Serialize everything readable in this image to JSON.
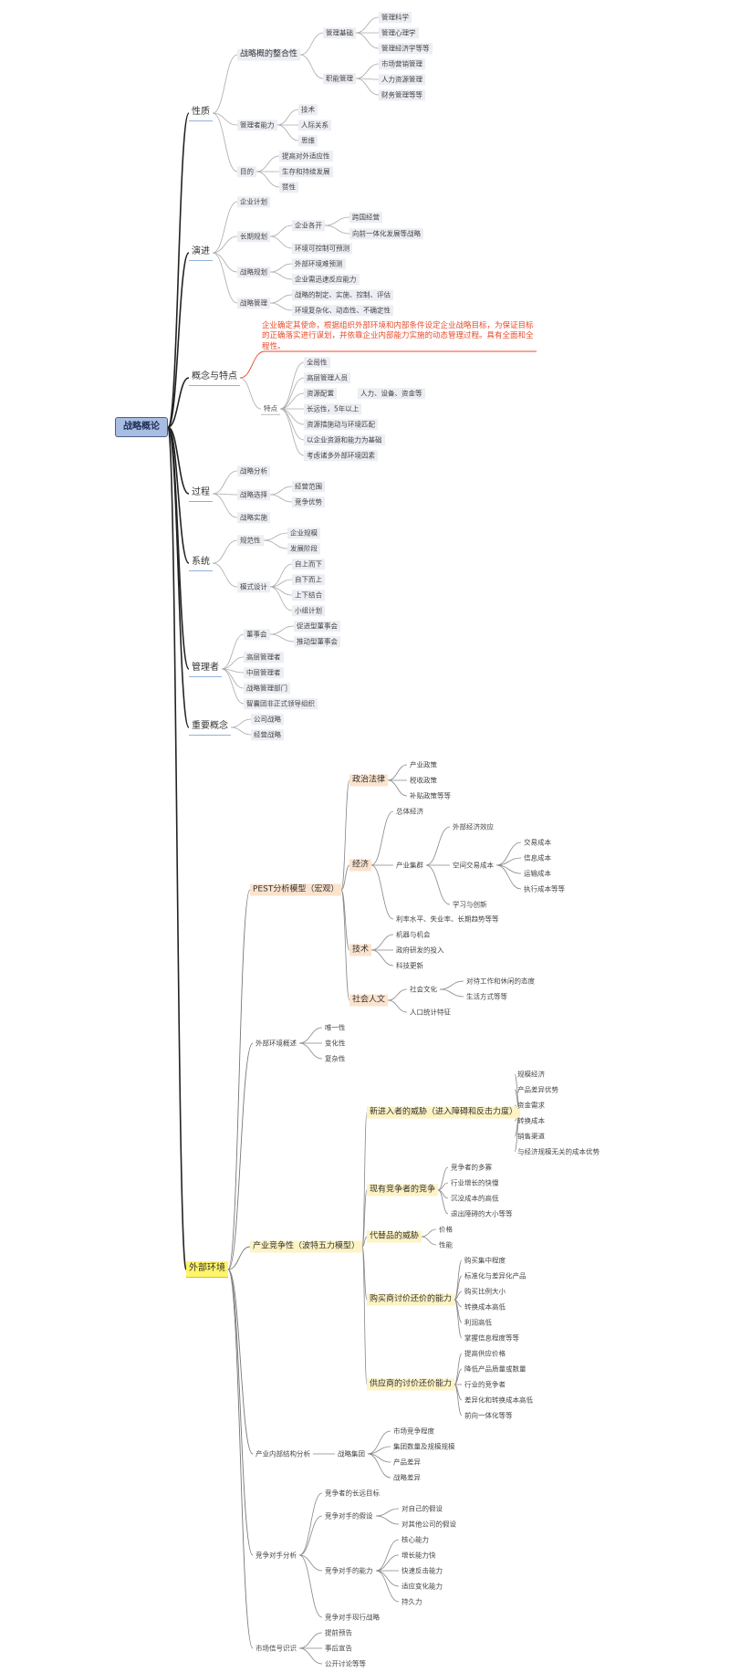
{
  "root": "战略概论",
  "sections": {
    "s1": "性质",
    "s2": "演进",
    "s3": "概念与特点",
    "s4": "过程",
    "s5": "系统",
    "s6": "管理者",
    "s7": "重要概念",
    "s8": "外部环境"
  },
  "nature": {
    "integration": "战略概的整合性",
    "mgmt_base": "管理基础",
    "mgmt_sci": "管理科学",
    "mgmt_psy": "管理心理学",
    "mgmt_econ": "管理经济学等等",
    "func_mgmt": "职能管理",
    "marketing": "市场营销管理",
    "hr": "人力资源管理",
    "finance": "财务管理等等",
    "ability": "管理者能力",
    "tech": "技术",
    "relations": "人际关系",
    "thinking": "思维",
    "purpose": "目的",
    "p1": "提高对外适应性",
    "p2": "生存和持续发展",
    "p3": "赞性"
  },
  "evolution": {
    "plan": "企业计划",
    "longterm": "长期规划",
    "growth": "企业各开",
    "cross": "跨国经营",
    "vertical": "向前一体化发展等战略",
    "controllable": "环境可控制可预测",
    "strategic_plan": "战略规划",
    "env_forecast": "外部环境难预测",
    "quick_resp": "企业需迅速反应能力",
    "strategic_mgmt": "战略管理",
    "implement": "战略的制定、实施、控制、评估",
    "complex_env": "环境复杂化、动态性、不确定性"
  },
  "concept": {
    "definition": "企业确定其使命，根据组织外部环境和内部条件设定企业战略目标，为保证目标的正确落实进行谋划，并依靠企业内部能力实施的动态管理过程。具有全面和全程性。",
    "features": "特点",
    "f1": "全局性",
    "f2": "高层管理人员",
    "f3": "资源配置",
    "f3_detail": "人力、设备、资金等",
    "f4": "长远性，5年以上",
    "f5": "资源措施动与环境匹配",
    "f6": "以企业资源和能力为基础",
    "f7": "考虑诸多外部环境因素"
  },
  "process": {
    "analysis": "战略分析",
    "choice": "战略选择",
    "scope": "经营范围",
    "advantage": "竞争优势",
    "implementation": "战略实施"
  },
  "system": {
    "norm": "规范性",
    "scale": "企业规模",
    "stage": "发展阶段",
    "mode": "模式设计",
    "m1": "自上而下",
    "m2": "自下而上",
    "m3": "上下结合",
    "m4": "小组计划"
  },
  "managers": {
    "board": "董事会",
    "active_board": "促进型董事会",
    "passive_board": "推动型董事会",
    "senior": "高层管理者",
    "middle": "中层管理者",
    "dept": "战略管理部门",
    "informal": "智囊团非正式领导组织"
  },
  "concepts": {
    "corporate": "公司战略",
    "business": "经营战略"
  },
  "external": {
    "pest": "PEST分析模型（宏观）",
    "political": "政治法律",
    "industrial_policy": "产业政策",
    "tax_policy": "税收政策",
    "fiscal_policy": "补贴政策等等",
    "economic": "经济",
    "total_econ": "总体经济",
    "industry_cluster": "产业集群",
    "externality": "外部经济效应",
    "space_cost": "空间交易成本",
    "trans_cost": "交易成本",
    "info_cost": "信息成本",
    "transport_cost": "运输成本",
    "exec_cost": "执行成本等等",
    "learning": "学习与创新",
    "interest": "利率水平、失业率、长期趋势等等",
    "technology": "技术",
    "new_tech": "机器与机会",
    "rd": "政府研发的投入",
    "tech_update": "科技更新",
    "social": "社会人文",
    "culture": "社会文化",
    "work_attitude": "对待工作和休闲的态度",
    "lifestyle": "生活方式等等",
    "population": "人口统计特征",
    "overview": "外部环境概述",
    "uniqueness": "唯一性",
    "variability": "变化性",
    "complexity": "复杂性",
    "five_forces": "产业竞争性（波特五力模型）",
    "new_entrants": "新进入者的威胁（进入障碍和反击力度）",
    "ne1": "规模经济",
    "ne2": "产品差异优势",
    "ne3": "资金需求",
    "ne4": "转换成本",
    "ne5": "销售渠道",
    "ne6": "与经济规模无关的成本优势",
    "rivalry": "现有竞争者的竞争",
    "r1": "竞争者的多寡",
    "r2": "行业增长的快慢",
    "r3": "沉没成本的高低",
    "r4": "退出障碍的大小等等",
    "substitutes": "代替品的威胁",
    "sub1": "价格",
    "sub2": "性能",
    "buyers": "购买商讨价还价的能力",
    "b1": "购买集中程度",
    "b2": "标准化与差异化产品",
    "b3": "购买比例大小",
    "b4": "转换成本高低",
    "b5": "利润高低",
    "b6": "掌握信息程度等等",
    "suppliers": "供应商的讨价还价能力",
    "s1": "提高供应价格",
    "s2": "降低产品质量或数量",
    "s3": "行业的竞争者",
    "s4": "差异化和转换成本高低",
    "s5": "前向一体化等等",
    "internal_structure": "产业内部结构分析",
    "strategic_group": "战略集团",
    "g1": "市场竞争程度",
    "g2": "集团数量及规模规模",
    "g3": "产品差异",
    "g4": "战略差异",
    "competitor": "竞争对手分析",
    "c_goal": "竞争者的长远目标",
    "c_assume": "竞争对手的假设",
    "c_self": "对自己的假设",
    "c_other": "对其他公司的假设",
    "c_ability": "竞争对手的能力",
    "ca1": "核心能力",
    "ca2": "增长能力快",
    "ca3": "快速反击能力",
    "ca4": "适应变化能力",
    "ca5": "持久力",
    "c_strategy": "竞争对手现行战略",
    "market_signal": "市场信号识识",
    "ms1": "提前预告",
    "ms2": "事后宣告",
    "ms3": "公开讨论等等"
  }
}
